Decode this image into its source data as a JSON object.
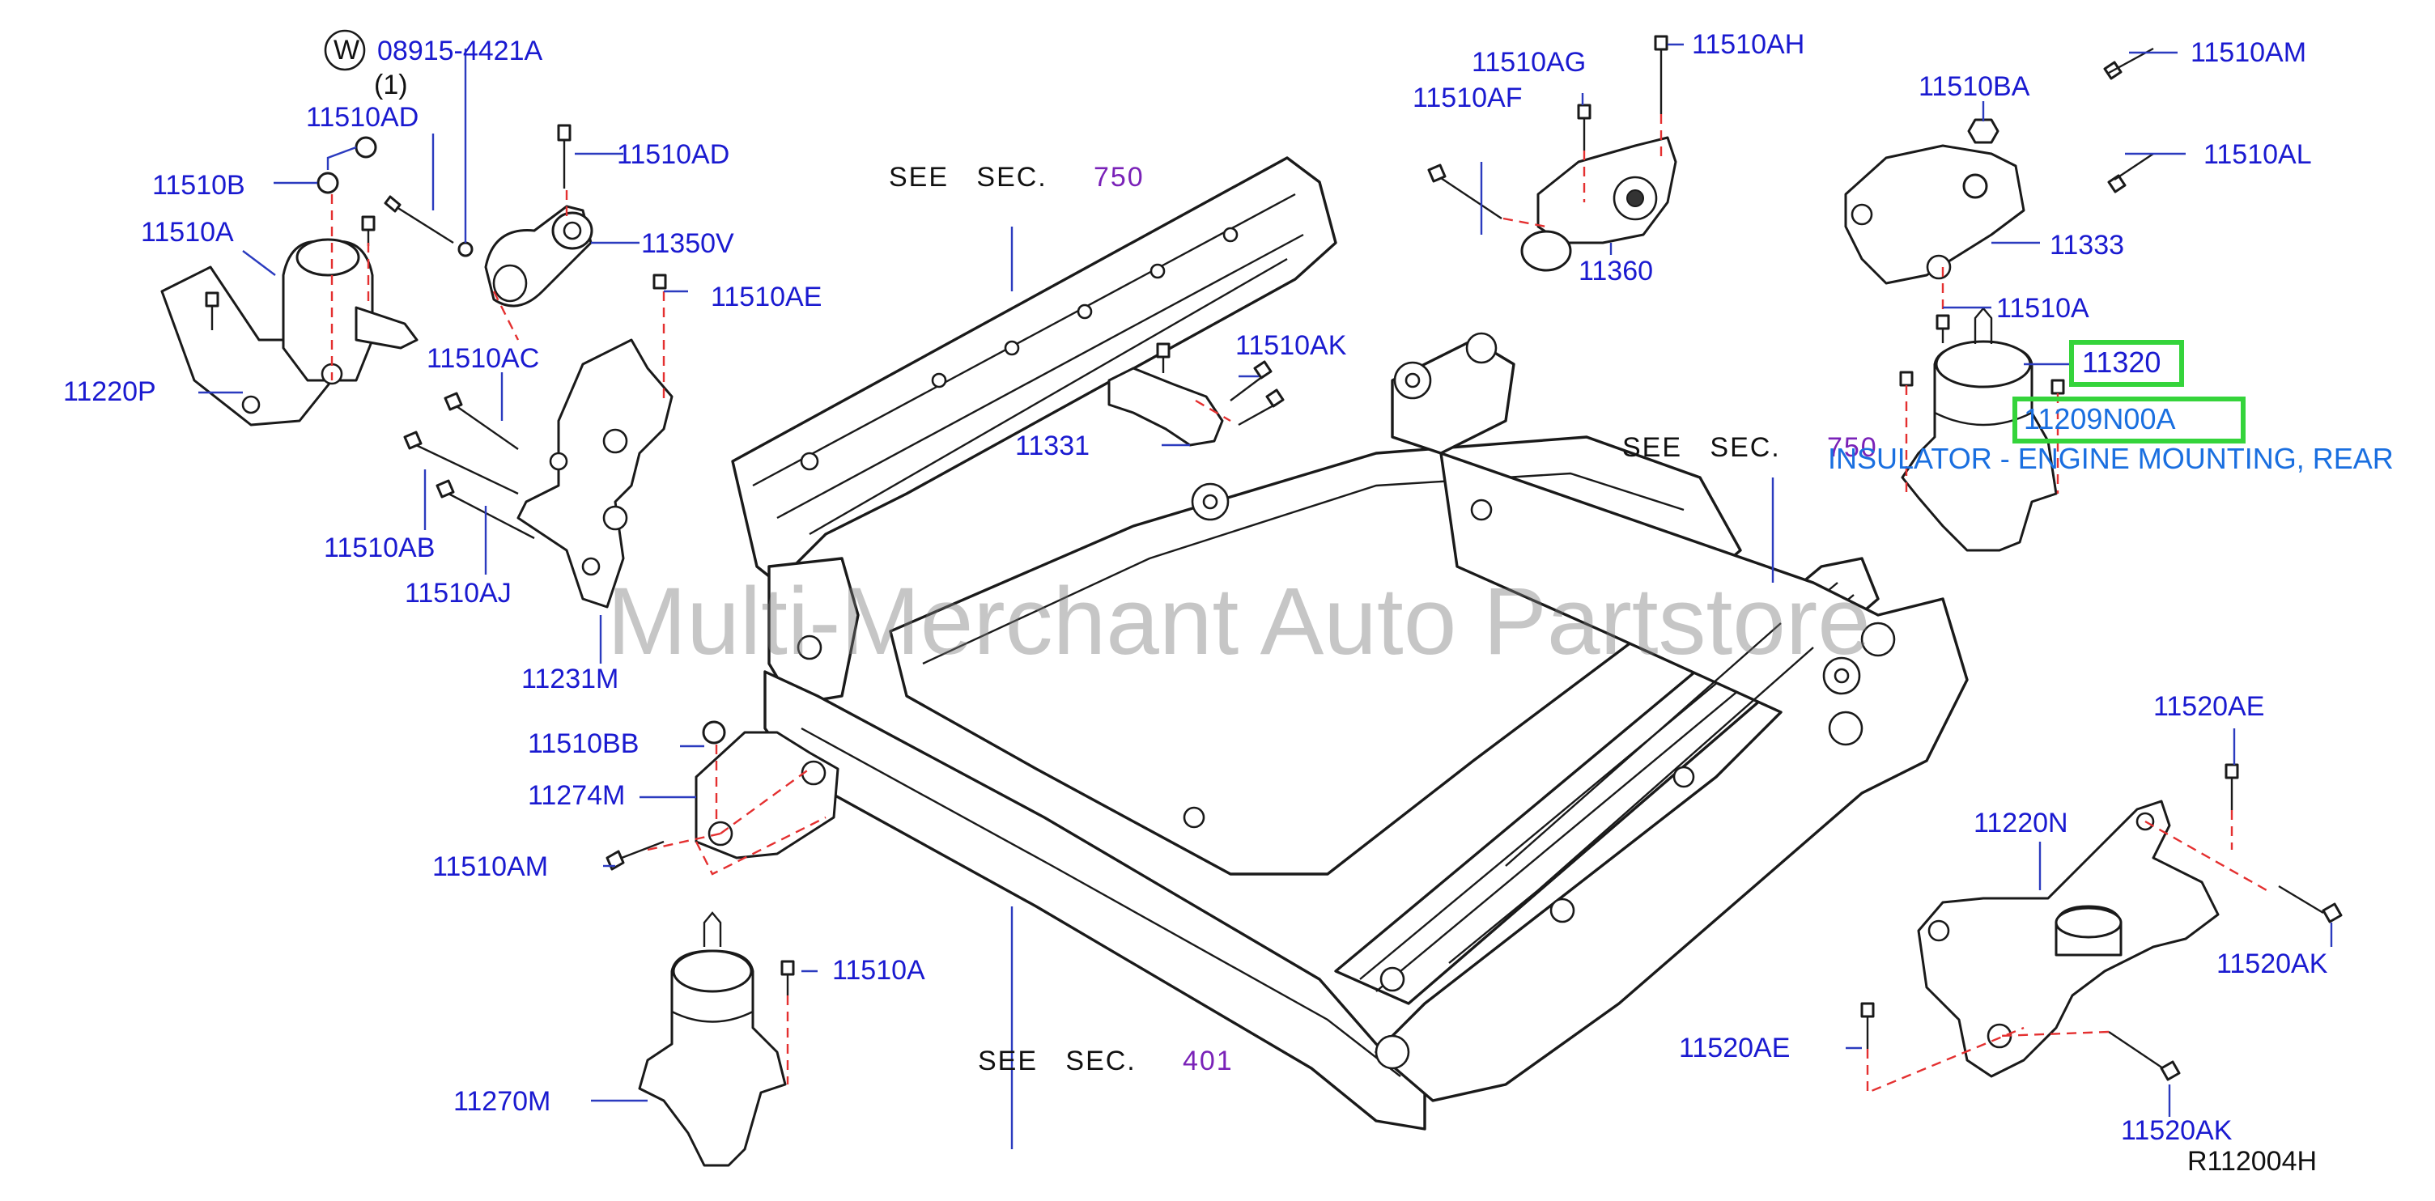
{
  "watermark": "Multi-Merchant Auto Partstore",
  "diagram_code": "R112004H",
  "w_symbol": "W",
  "see_notes": [
    {
      "prefix": "SEE",
      "word": "SEC.",
      "num": "750"
    },
    {
      "prefix": "SEE",
      "word": "SEC.",
      "num": "750"
    },
    {
      "prefix": "SEE",
      "word": "SEC.",
      "num": "401"
    }
  ],
  "labels": {
    "p08915_4421A": "08915-4421A",
    "qty_1": "(1)",
    "p11510AD_a": "11510AD",
    "p11510AD_b": "11510AD",
    "p11510B": "11510B",
    "p11510A_a": "11510A",
    "p11220P": "11220P",
    "p11350V": "11350V",
    "p11510AE": "11510AE",
    "p11510AC": "11510AC",
    "p11510AB": "11510AB",
    "p11510AJ": "11510AJ",
    "p11231M": "11231M",
    "p11510BB": "11510BB",
    "p11274M": "11274M",
    "p11510AM_a": "11510AM",
    "p11510A_b": "11510A",
    "p11270M": "11270M",
    "p11510AG": "11510AG",
    "p11510AF": "11510AF",
    "p11510AH": "11510AH",
    "p11360": "11360",
    "p11510AK": "11510AK",
    "p11331": "11331",
    "p11510BA": "11510BA",
    "p11510AM_b": "11510AM",
    "p11510AL": "11510AL",
    "p11333": "11333",
    "p11510A_c": "11510A",
    "p11320": "11320",
    "p11209N00A": "11209N00A",
    "insulator_desc": "INSULATOR - ENGINE MOUNTING, REAR",
    "p11520AE_a": "11520AE",
    "p11220N": "11220N",
    "p11520AK_a": "11520AK",
    "p11520AE_b": "11520AE",
    "p11520AK_b": "11520AK"
  },
  "highlight_color": "#35d43b",
  "label_color": "#1a1ad0",
  "section_color": "#7a22b8"
}
